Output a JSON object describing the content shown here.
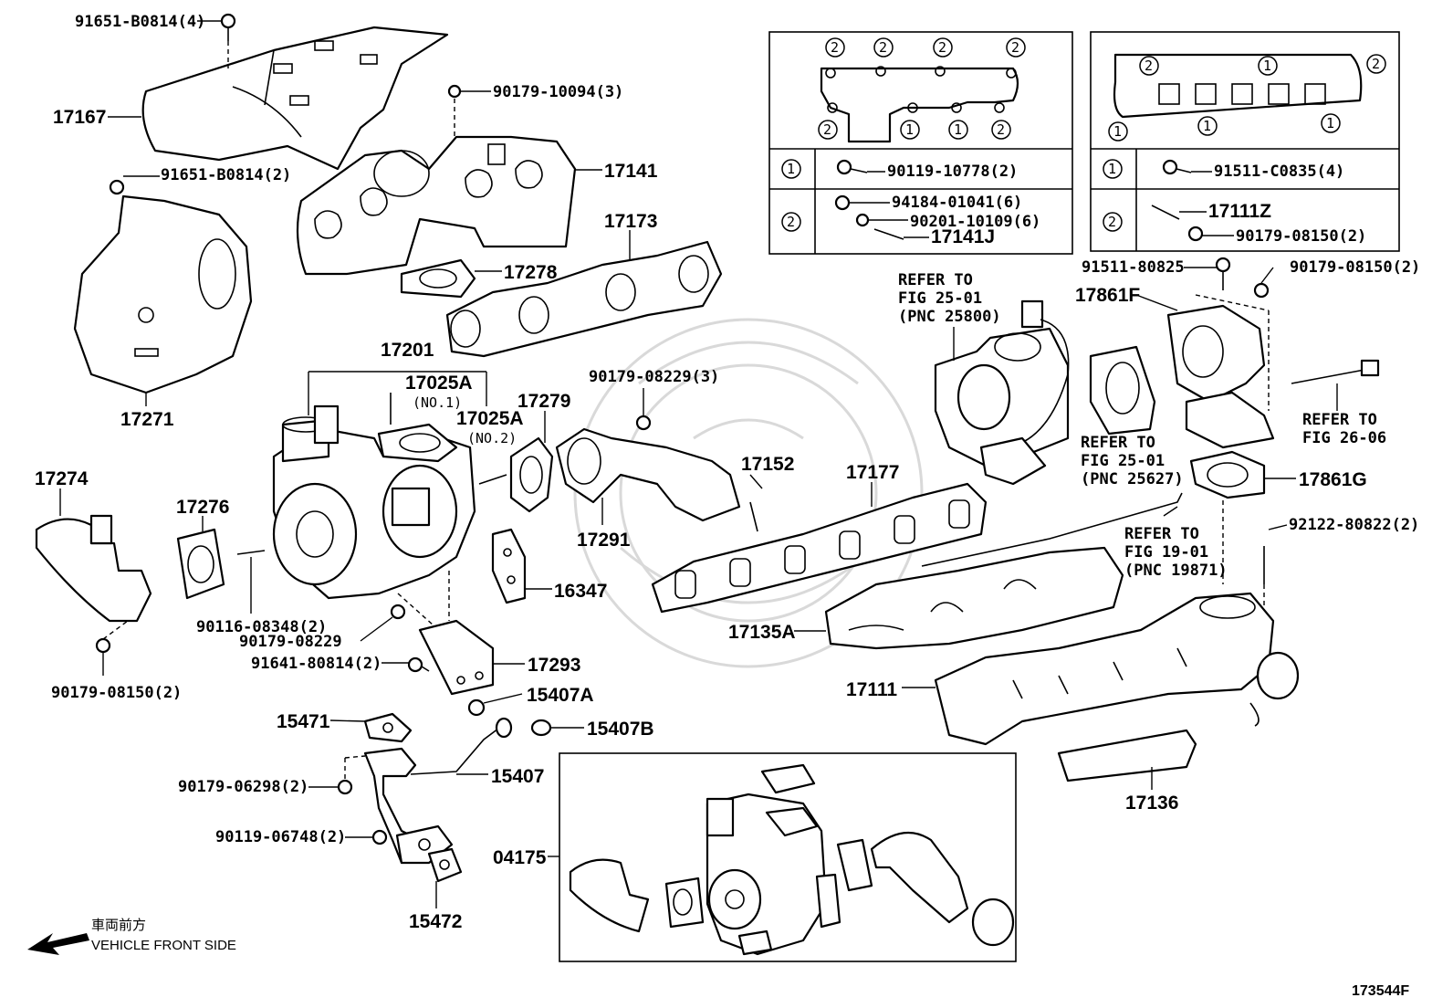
{
  "diagram_id": "173544F",
  "direction": {
    "jp": "車両前方",
    "en": "VEHICLE FRONT SIDE"
  },
  "labels": {
    "p91651_b0814_4": "91651-B0814(4)",
    "p17167": "17167",
    "p90179_10094_3": "90179-10094(3)",
    "p91651_b0814_2": "91651-B0814(2)",
    "p17141": "17141",
    "p17173": "17173",
    "p17278": "17278",
    "p17271": "17271",
    "p17201": "17201",
    "p17025a_1": "17025A",
    "no1": "(NO.1)",
    "p17025a_2": "17025A",
    "no2": "(NO.2)",
    "p17279": "17279",
    "p90179_08229_3": "90179-08229(3)",
    "p17152": "17152",
    "p17177": "17177",
    "p17274": "17274",
    "p17276": "17276",
    "p17291": "17291",
    "p16347": "16347",
    "p90116_08348_2": "90116-08348(2)",
    "p90179_08229": "90179-08229",
    "p91641_80814_2": "91641-80814(2)",
    "p17293": "17293",
    "p90179_08150_2a": "90179-08150(2)",
    "p15407a": "15407A",
    "p15471": "15471",
    "p15407b": "15407B",
    "p15407": "15407",
    "p90179_06298_2": "90179-06298(2)",
    "p90119_06748_2": "90119-06748(2)",
    "p04175": "04175",
    "p15472": "15472",
    "p17135a": "17135A",
    "p17111": "17111",
    "p17136": "17136",
    "p91511_80825": "91511-80825",
    "p90179_08150_2b": "90179-08150(2)",
    "p17861f": "17861F",
    "p17861g": "17861G",
    "p92122_80822_2": "92122-80822(2)",
    "refer_fig_25_01": "REFER TO",
    "refer_fig_25_01_b": "FIG 25-01",
    "refer_pnc_25800": "(PNC 25800)",
    "refer_fig_25_01_c": "REFER TO",
    "refer_fig_25_01_d": "FIG 25-01",
    "refer_pnc_25627": "(PNC 25627)",
    "refer_fig_19_01_a": "REFER TO",
    "refer_fig_19_01_b": "FIG 19-01",
    "refer_pnc_19871": "(PNC 19871)",
    "refer_fig_26_06_a": "REFER TO",
    "refer_fig_26_06_b": "FIG 26-06"
  },
  "legend_left": {
    "marker1": "1",
    "marker2": "2",
    "row1": "90119-10778(2)",
    "row2a": "94184-01041(6)",
    "row2b": "90201-10109(6)",
    "row2c": "17141J"
  },
  "legend_right": {
    "marker1": "1",
    "marker2": "2",
    "row1": "91511-C0835(4)",
    "row2a": "17111Z",
    "row2b": "90179-08150(2)"
  }
}
